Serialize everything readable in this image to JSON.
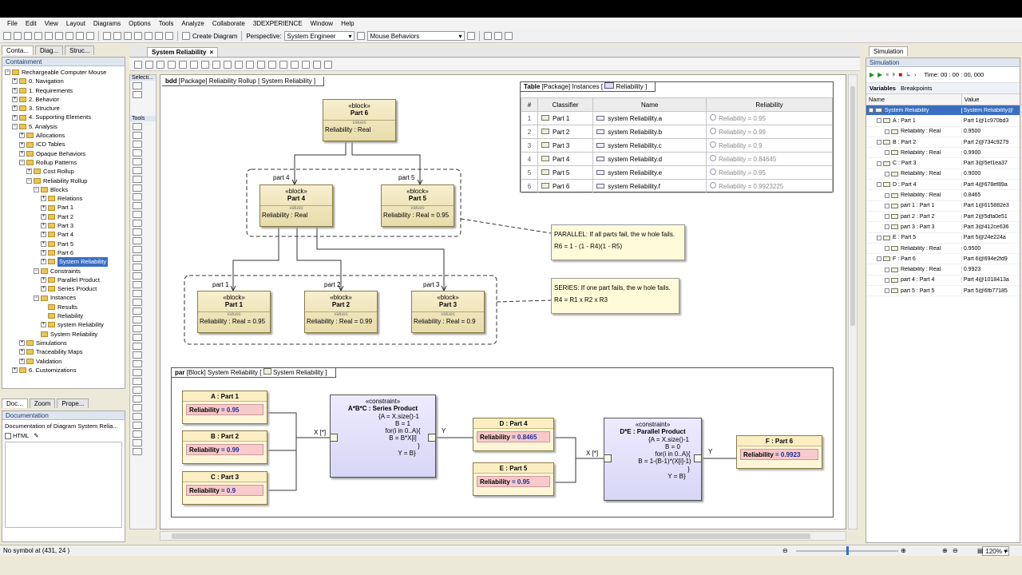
{
  "menu": [
    "File",
    "Edit",
    "View",
    "Layout",
    "Diagrams",
    "Options",
    "Tools",
    "Analyze",
    "Collaborate",
    "3DEXPERIENCE",
    "Window",
    "Help"
  ],
  "toolbar": {
    "create_diagram": "Create Diagram",
    "perspective_label": "Perspective:",
    "perspective_value": "System Engineer",
    "mouse_behaviors": "Mouse Behaviors"
  },
  "left": {
    "tabs": [
      "Conta...",
      "Diag...",
      "Struc..."
    ],
    "containment_title": "Containment",
    "tree": [
      {
        "label": "Rechargeable Computer Mouse",
        "indent": 0,
        "exp": "−"
      },
      {
        "label": "0. Navigation",
        "indent": 1,
        "exp": "+"
      },
      {
        "label": "1. Requirements",
        "indent": 1,
        "exp": "+"
      },
      {
        "label": "2. Behavior",
        "indent": 1,
        "exp": "+"
      },
      {
        "label": "3. Structure",
        "indent": 1,
        "exp": "+"
      },
      {
        "label": "4. Supporting Elements",
        "indent": 1,
        "exp": "+"
      },
      {
        "label": "5. Analysis",
        "indent": 1,
        "exp": "−"
      },
      {
        "label": "Allocations",
        "indent": 2,
        "exp": "+"
      },
      {
        "label": "ICD Tables",
        "indent": 2,
        "exp": "+"
      },
      {
        "label": "Opaque Behaviors",
        "indent": 2,
        "exp": "+"
      },
      {
        "label": "Rollup Patterns",
        "indent": 2,
        "exp": "−"
      },
      {
        "label": "Cost Rollup",
        "indent": 3,
        "exp": "+"
      },
      {
        "label": "Reliability Rollup",
        "indent": 3,
        "exp": "−"
      },
      {
        "label": "Blocks",
        "indent": 4,
        "exp": "−"
      },
      {
        "label": "Relations",
        "indent": 5,
        "exp": "+"
      },
      {
        "label": "Part 1",
        "indent": 5,
        "exp": "+"
      },
      {
        "label": "Part 2",
        "indent": 5,
        "exp": "+"
      },
      {
        "label": "Part 3",
        "indent": 5,
        "exp": "+"
      },
      {
        "label": "Part 4",
        "indent": 5,
        "exp": "+"
      },
      {
        "label": "Part 5",
        "indent": 5,
        "exp": "+"
      },
      {
        "label": "Part 6",
        "indent": 5,
        "exp": "+"
      },
      {
        "label": "System Reliability",
        "indent": 5,
        "exp": "+",
        "selected": true
      },
      {
        "label": "Constraints",
        "indent": 4,
        "exp": "−"
      },
      {
        "label": "Parallel Product",
        "indent": 5,
        "exp": "+"
      },
      {
        "label": "Series Product",
        "indent": 5,
        "exp": "+"
      },
      {
        "label": "Instances",
        "indent": 4,
        "exp": "−"
      },
      {
        "label": "Results",
        "indent": 5,
        "exp": ""
      },
      {
        "label": "Reliability",
        "indent": 5,
        "exp": ""
      },
      {
        "label": "system Reliability",
        "indent": 5,
        "exp": "+"
      },
      {
        "label": "System Reliability",
        "indent": 4,
        "exp": ""
      },
      {
        "label": "Simulations",
        "indent": 2,
        "exp": "+"
      },
      {
        "label": "Traceability Maps",
        "indent": 2,
        "exp": "+"
      },
      {
        "label": "Validation",
        "indent": 2,
        "exp": "+"
      },
      {
        "label": "6. Customizations",
        "indent": 1,
        "exp": "+"
      }
    ],
    "bottom_tabs": [
      "Doc...",
      "Zoom",
      "Prope..."
    ],
    "doc_title": "Documentation",
    "doc_text": "Documentation of Diagram System Relia...",
    "html_label": "HTML"
  },
  "palette": {
    "selection": "Selecti...",
    "tools": "Tools"
  },
  "editor": {
    "tab": "System Reliability"
  },
  "bdd": {
    "tag_kind": "bdd",
    "tag_rest": "[Package] Reliability Rollup [",
    "tag_name": "System Reliability",
    "tag_end": "]",
    "stereo": "«block»",
    "values": "values",
    "part6": {
      "name": "Part 6",
      "prop": "Reliability : Real"
    },
    "part4": {
      "name": "Part 4",
      "prop": "Reliability : Real",
      "role": "part 4"
    },
    "part5": {
      "name": "Part 5",
      "prop": "Reliability : Real = 0.95",
      "role": "part 5"
    },
    "part1": {
      "name": "Part 1",
      "prop": "Reliability : Real = 0.95",
      "role": "part 1"
    },
    "part2": {
      "name": "Part 2",
      "prop": "Reliability : Real = 0.99",
      "role": "part 2"
    },
    "part3": {
      "name": "Part 3",
      "prop": "Reliability : Real = 0.9",
      "role": "part 3"
    },
    "note_parallel": {
      "l1": "PARALLEL: If all parts fail, the w hole fails.",
      "l2": "R6 = 1 - (1 - R4)(1 - R5)"
    },
    "note_series": {
      "l1": "SERIES: If one part fails, the w hole fails.",
      "l2": "R4 = R1 x R2 x R3"
    }
  },
  "table": {
    "tag_kind": "Table",
    "tag_rest": "[Package] Instances [",
    "tag_name": "Reliability",
    "tag_end": "]",
    "headers": [
      "#",
      "Classifier",
      "Name",
      "Reliability"
    ],
    "rows": [
      {
        "n": "1",
        "c": "Part 1",
        "name": "system Reliability.a",
        "r": "Reliability = 0.95"
      },
      {
        "n": "2",
        "c": "Part 2",
        "name": "system Reliability.b",
        "r": "Reliability = 0.99"
      },
      {
        "n": "3",
        "c": "Part 3",
        "name": "system Reliability.c",
        "r": "Reliability = 0.9"
      },
      {
        "n": "4",
        "c": "Part 4",
        "name": "system Reliability.d",
        "r": "Reliability = 0.84645"
      },
      {
        "n": "5",
        "c": "Part 5",
        "name": "system Reliability.e",
        "r": "Reliability = 0.95"
      },
      {
        "n": "6",
        "c": "Part 6",
        "name": "system Reliability.f",
        "r": "Reliability = 0.9923225"
      }
    ]
  },
  "par": {
    "tag_kind": "par",
    "tag_rest": "[Block] System Reliability [",
    "tag_name": "System Reliability",
    "tag_end": "]",
    "a": {
      "title": "A : Part 1",
      "label": "Reliability",
      "value": "= 0.95"
    },
    "b": {
      "title": "B : Part 2",
      "label": "Reliability",
      "value": "= 0.99"
    },
    "c": {
      "title": "C : Part 3",
      "label": "Reliability",
      "value": "= 0.9"
    },
    "d": {
      "title": "D : Part 4",
      "label": "Reliability",
      "value": "= 0.8465"
    },
    "e": {
      "title": "E : Part 5",
      "label": "Reliability",
      "value": "= 0.95"
    },
    "f": {
      "title": "F : Part 6",
      "label": "Reliability",
      "value": "= 0.9923"
    },
    "series": {
      "stereo": "«constraint»",
      "name": "A*B*C : Series Product",
      "l1": "{A = X.size()-1",
      "l2": "B = 1",
      "l3": "for(i in 0..A){",
      "l4": "B = B*X[i]",
      "l5": "}",
      "l6": "Y = B}",
      "port_x": "X [*]",
      "port_y": "Y"
    },
    "parallel": {
      "stereo": "«constraint»",
      "name": "D*E : Parallel Product",
      "l1": "{A = X.size()-1",
      "l2": "B = 0",
      "l3": "for(i in 0..A){",
      "l4": "B = 1-(B-1)*(X[i]-1)",
      "l5": "}",
      "l6": "Y = B}",
      "port_x": "X [*]",
      "port_y": "Y"
    }
  },
  "sim": {
    "tab": "Simulation",
    "title": "Simulation",
    "time": "Time: 00 : 00 : 00, 000",
    "tabs": [
      "Variables",
      "Breakpoints"
    ],
    "headers": [
      "Name",
      "Value"
    ],
    "rows": [
      {
        "n": "System Reliability",
        "v": "System Reliability@",
        "indent": 0,
        "sel": true
      },
      {
        "n": "A : Part 1",
        "v": "Part 1@1c970bd3",
        "indent": 1
      },
      {
        "n": "Reliability : Real",
        "v": "0.9500",
        "indent": 2
      },
      {
        "n": "B : Part 2",
        "v": "Part 2@734c9279",
        "indent": 1
      },
      {
        "n": "Reliability : Real",
        "v": "0.9900",
        "indent": 2
      },
      {
        "n": "C : Part 3",
        "v": "Part 3@5ef1ea37",
        "indent": 1
      },
      {
        "n": "Reliability : Real",
        "v": "0.9000",
        "indent": 2
      },
      {
        "n": "D : Part 4",
        "v": "Part 4@678ef89a",
        "indent": 1
      },
      {
        "n": "Reliability : Real",
        "v": "0.8465",
        "indent": 2
      },
      {
        "n": "part 1 : Part 1",
        "v": "Part 1@615882e3",
        "indent": 2
      },
      {
        "n": "part 2 : Part 2",
        "v": "Part 2@5dfa0e51",
        "indent": 2
      },
      {
        "n": "part 3 : Part 3",
        "v": "Part 3@412ce636",
        "indent": 2
      },
      {
        "n": "E : Part 5",
        "v": "Part 5@24e224a",
        "indent": 1
      },
      {
        "n": "Reliability : Real",
        "v": "0.9500",
        "indent": 2
      },
      {
        "n": "F : Part 6",
        "v": "Part 6@694e2fd9",
        "indent": 1
      },
      {
        "n": "Reliability : Real",
        "v": "0.9923",
        "indent": 2
      },
      {
        "n": "part 4 : Part 4",
        "v": "Part 4@1018413a",
        "indent": 2
      },
      {
        "n": "part 5 : Part 5",
        "v": "Part 5@6fb77185",
        "indent": 2
      }
    ]
  },
  "status": {
    "text": "No symbol at (431, 24 )",
    "zoom": "120%"
  }
}
